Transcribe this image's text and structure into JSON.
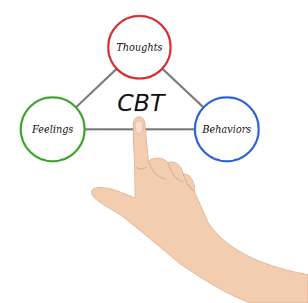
{
  "diagram": {
    "nodes": [
      {
        "text": [
          "Thoughts"
        ]
      },
      {
        "text": [
          "Feelings"
        ]
      },
      {
        "text": [
          "Behaviors"
        ]
      }
    ],
    "edges": [
      {
        "from": 0,
        "to": 1,
        "arrow": "none"
      },
      {
        "from": 0,
        "to": 2,
        "arrow": "none"
      },
      {
        "from": 1,
        "to": 2,
        "arrow": "none"
      }
    ],
    "labels": [
      "CBT"
    ]
  }
}
